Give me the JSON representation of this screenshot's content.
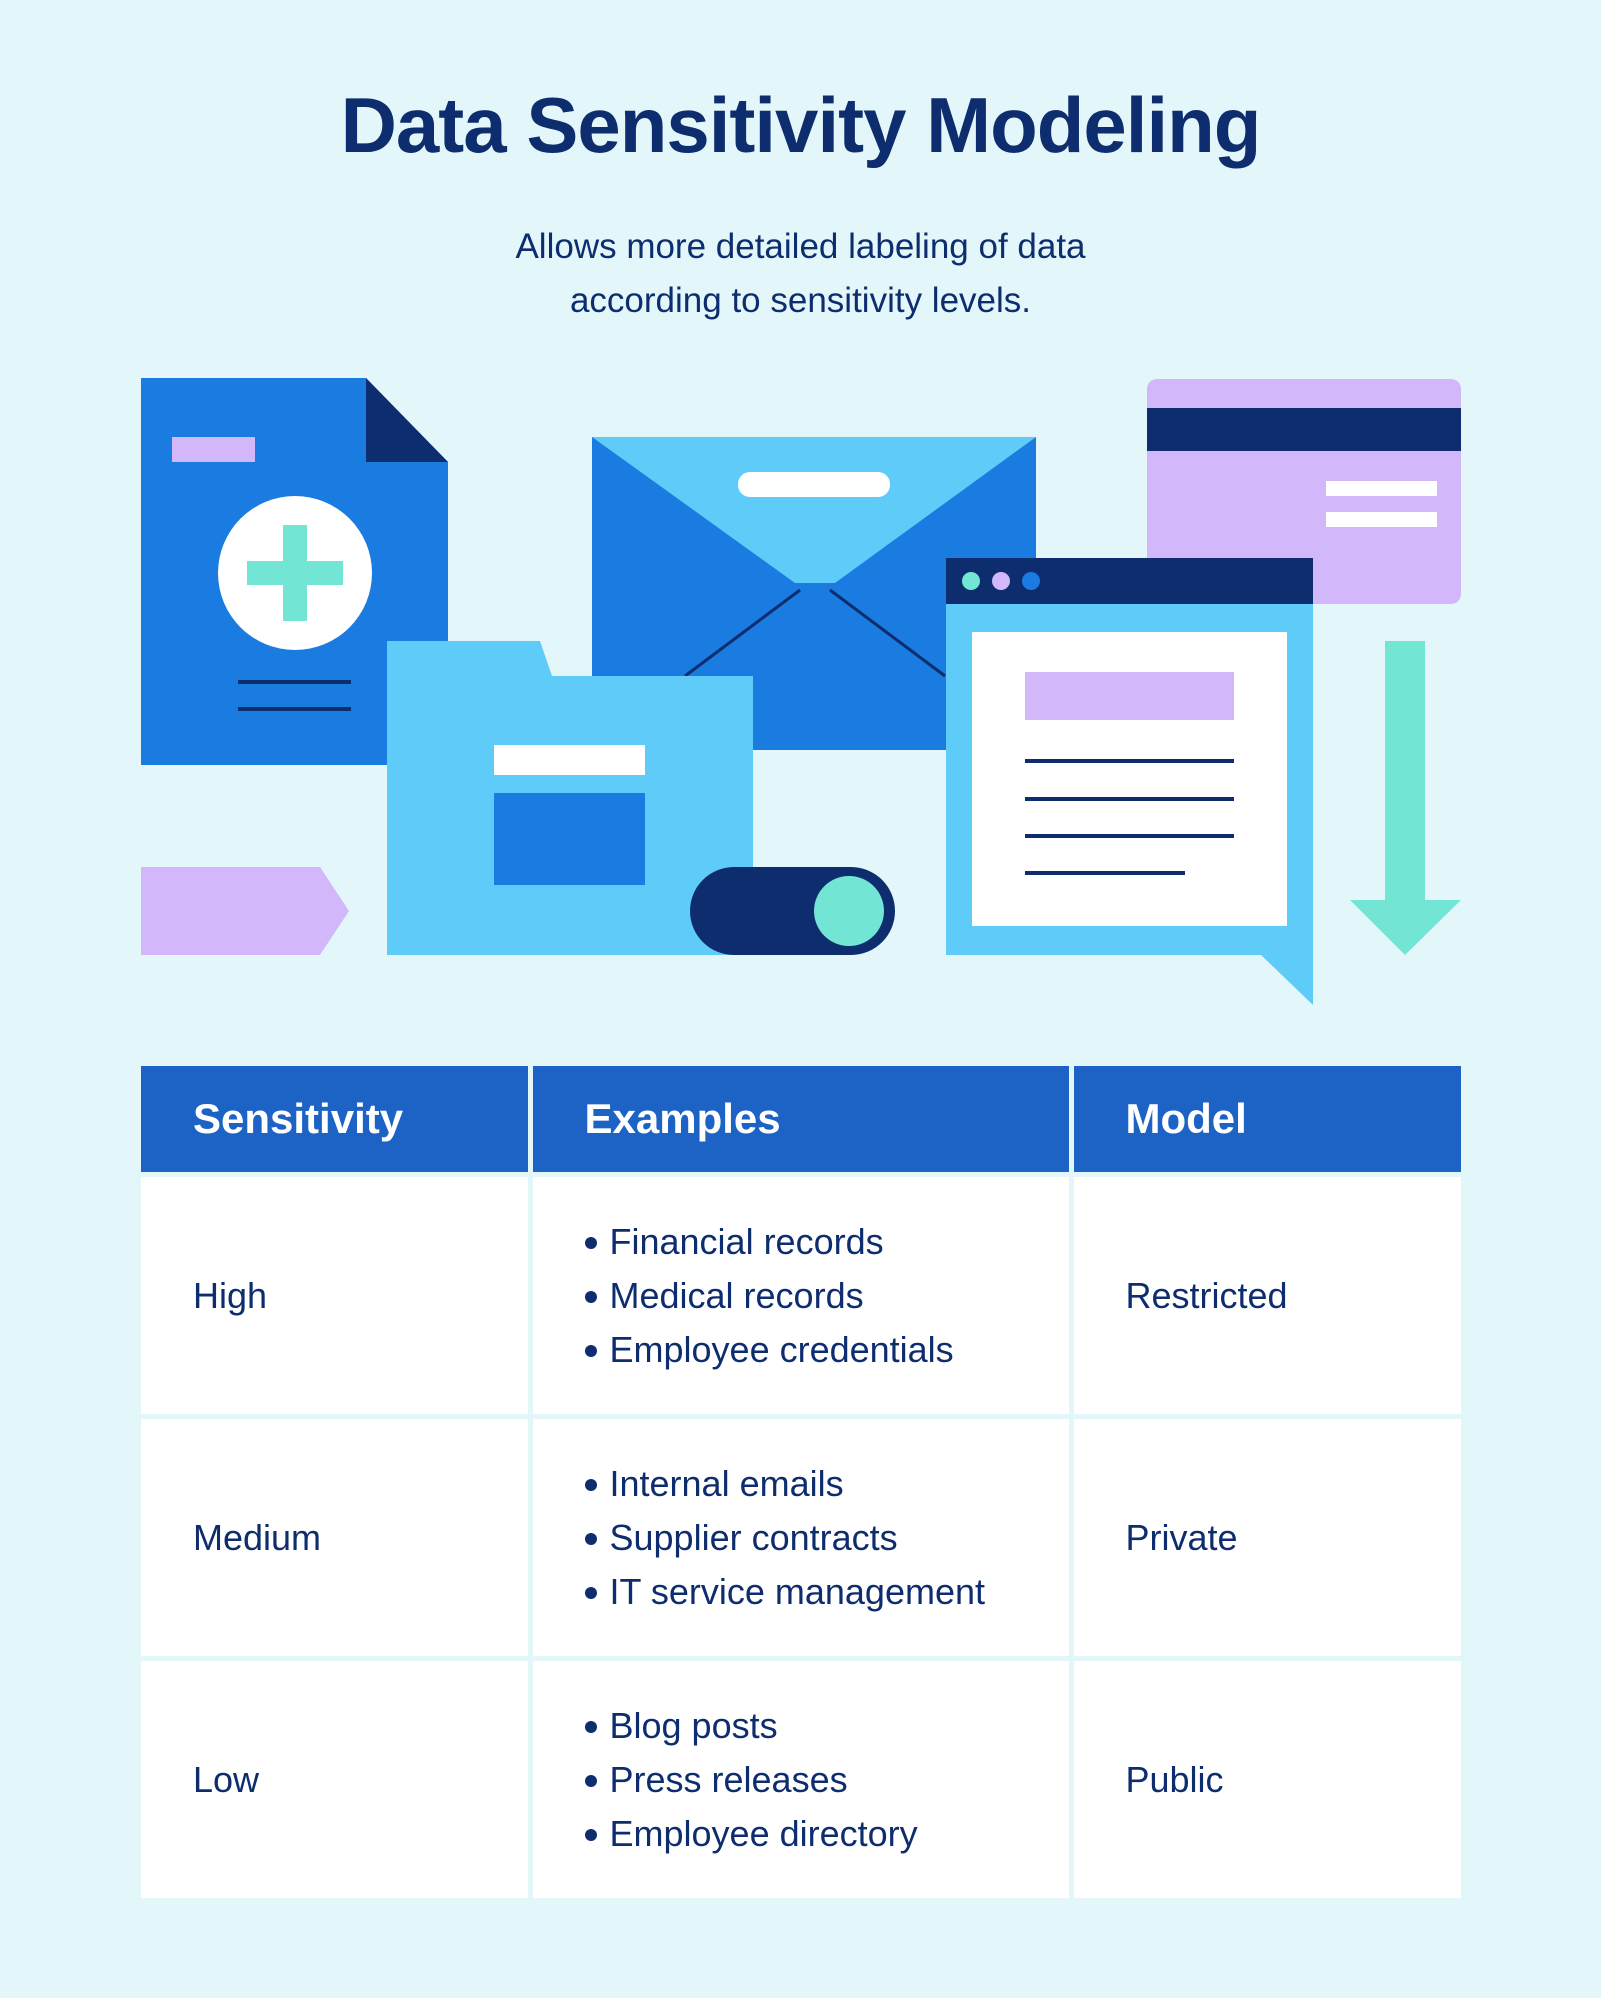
{
  "header": {
    "title": "Data Sensitivity Modeling",
    "subtitle_lines": [
      "Allows more detailed labeling of data",
      "according to sensitivity levels."
    ]
  },
  "colors": {
    "background": "#E3F7FB",
    "navy": "#0E2D6E",
    "blue": "#1A7BE0",
    "header_blue": "#1C63C5",
    "light_blue": "#5FCBF9",
    "lavender": "#D2B8FA",
    "mint": "#72E5D4"
  },
  "icons": [
    "medical-document-icon",
    "envelope-icon",
    "folder-icon",
    "toggle-switch-icon",
    "browser-window-icon",
    "credit-card-icon",
    "down-arrow-icon",
    "tag-icon"
  ],
  "table": {
    "headers": [
      "Sensitivity",
      "Examples",
      "Model"
    ],
    "rows": [
      {
        "sensitivity": "High",
        "examples": [
          "Financial records",
          "Medical records",
          "Employee credentials"
        ],
        "model": "Restricted"
      },
      {
        "sensitivity": "Medium",
        "examples": [
          "Internal emails",
          "Supplier contracts",
          "IT service management"
        ],
        "model": "Private"
      },
      {
        "sensitivity": "Low",
        "examples": [
          "Blog posts",
          "Press releases",
          "Employee directory"
        ],
        "model": "Public"
      }
    ]
  }
}
